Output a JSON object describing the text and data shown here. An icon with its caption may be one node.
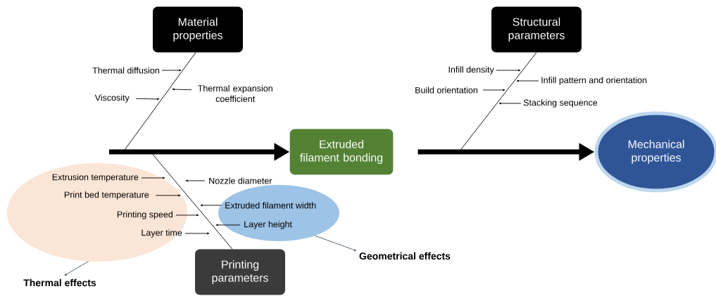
{
  "diagram": {
    "nodes": [
      {
        "text": [
          "Material properties"
        ]
      },
      {
        "text": [
          "Structural parameters"
        ]
      },
      {
        "text": [
          "Thermal diffusion"
        ]
      },
      {
        "text": [
          "Infill density"
        ]
      },
      {
        "text": [
          "Thermal expansion coefficient"
        ]
      },
      {
        "text": [
          "Infill pattern and orientation"
        ]
      },
      {
        "text": [
          "Viscosity"
        ]
      },
      {
        "text": [
          "Build orientation"
        ]
      },
      {
        "text": [
          "Stacking sequence"
        ]
      },
      {
        "text": [
          "Extruded filament bonding"
        ]
      },
      {
        "text": [
          "Mechanical properties"
        ]
      },
      {
        "text": [],
        "shape": "ellipse"
      },
      {
        "text": [
          "Extrusion temperature"
        ],
        "in": 11
      },
      {
        "text": [
          "Nozzle diameter"
        ]
      },
      {
        "text": [],
        "shape": "ellipse"
      },
      {
        "text": [
          "Print bed temperature"
        ],
        "in": 11
      },
      {
        "text": [
          "Extruded filament width"
        ],
        "in": 14
      },
      {
        "text": [
          "Printing speed"
        ],
        "in": 11
      },
      {
        "text": [
          "Layer height"
        ],
        "in": 14
      },
      {
        "text": [
          "Layer time"
        ],
        "in": 11
      },
      {
        "text": [
          "Printing parameters"
        ]
      },
      {
        "text": [
          "Geometrical effects"
        ]
      },
      {
        "text": [
          "Thermal effects"
        ]
      }
    ],
    "edges": [
      {
        "from": 2,
        "to": null,
        "arrow": "to"
      },
      {
        "from": 3,
        "to": null,
        "arrow": "to"
      },
      {
        "from": 4,
        "to": null,
        "arrow": "to"
      },
      {
        "from": 5,
        "to": null,
        "arrow": "to"
      },
      {
        "from": 6,
        "to": null,
        "arrow": "to"
      },
      {
        "from": 7,
        "to": null,
        "arrow": "to"
      },
      {
        "from": 8,
        "to": null,
        "arrow": "to"
      },
      {
        "from": 12,
        "to": null,
        "arrow": "to"
      },
      {
        "from": 13,
        "to": null,
        "arrow": "to"
      },
      {
        "from": 15,
        "to": null,
        "arrow": "to"
      },
      {
        "from": 16,
        "to": null,
        "arrow": "to"
      },
      {
        "from": 17,
        "to": null,
        "arrow": "to"
      },
      {
        "from": 18,
        "to": null,
        "arrow": "to"
      },
      {
        "from": 19,
        "to": null,
        "arrow": "to"
      },
      {
        "from": 0,
        "to": null,
        "arrow": "none"
      },
      {
        "from": 1,
        "to": null,
        "arrow": "none"
      },
      {
        "from": 20,
        "to": null,
        "arrow": "none"
      },
      {
        "from": null,
        "to": 9,
        "arrow": "to",
        "style": "thick"
      },
      {
        "from": 9,
        "to": 10,
        "arrow": "to",
        "style": "thick"
      },
      {
        "from": 14,
        "to": 21,
        "arrow": "to",
        "color": "#44546a"
      },
      {
        "from": 11,
        "to": 22,
        "arrow": "to",
        "color": "#44546a"
      }
    ]
  }
}
